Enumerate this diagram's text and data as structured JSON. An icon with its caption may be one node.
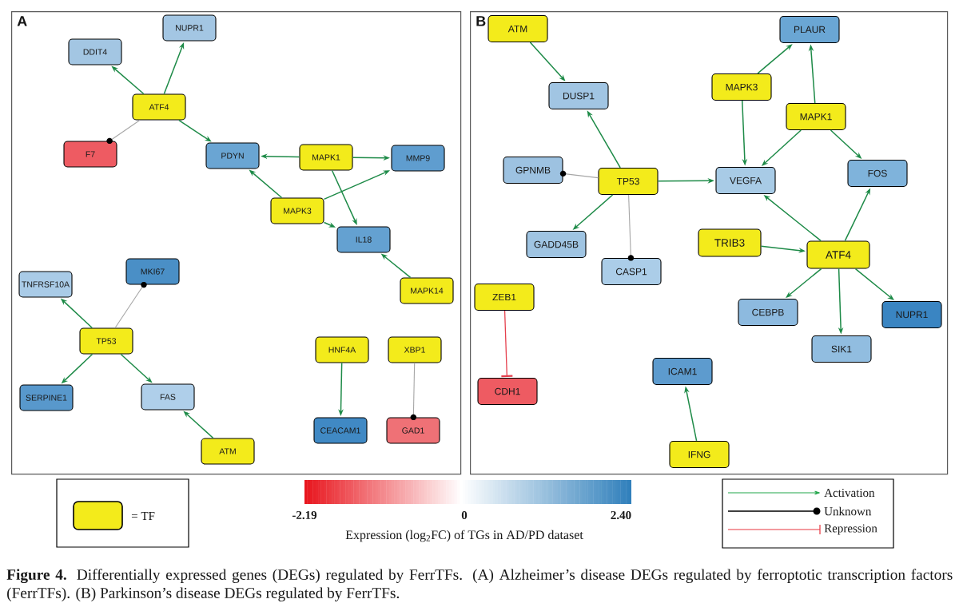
{
  "diagram": {
    "caption": "**Figure 4.** Differentially expressed genes (DEGs) regulated by FerrTFs. (A) Alzheimer’s disease DEGs regulated by ferroptotic transcription factors (FerrTFs). (B) Parkinson’s disease DEGs regulated by FerrTFs.",
    "nodes": [
      {
        "text": [
          "A"
        ]
      },
      {
        "text": [
          "NUPR1"
        ],
        "in": 0
      },
      {
        "text": [
          "DDIT4"
        ],
        "in": 0
      },
      {
        "text": [
          "ATF4"
        ],
        "in": 0
      },
      {
        "text": [
          "F7"
        ],
        "in": 0
      },
      {
        "text": [
          "PDYN"
        ],
        "in": 0
      },
      {
        "text": [
          "MAPK1"
        ],
        "in": 0
      },
      {
        "text": [
          "MMP9"
        ],
        "in": 0
      },
      {
        "text": [
          "MAPK3"
        ],
        "in": 0
      },
      {
        "text": [
          "IL18"
        ],
        "in": 0
      },
      {
        "text": [
          "TNFRSF10A"
        ],
        "in": 0
      },
      {
        "text": [
          "MKI67"
        ],
        "in": 0
      },
      {
        "text": [
          "MAPK14"
        ],
        "in": 0
      },
      {
        "text": [
          "TP53"
        ],
        "in": 0
      },
      {
        "text": [
          "HNF4A"
        ],
        "in": 0
      },
      {
        "text": [
          "XBP1"
        ],
        "in": 0
      },
      {
        "text": [
          "SERPINE1"
        ],
        "in": 0
      },
      {
        "text": [
          "FAS"
        ],
        "in": 0
      },
      {
        "text": [
          "CEACAM1"
        ],
        "in": 0
      },
      {
        "text": [
          "GAD1"
        ],
        "in": 0
      },
      {
        "text": [
          "ATM"
        ],
        "in": 0
      },
      {
        "text": [
          "B"
        ]
      },
      {
        "text": [
          "ATM"
        ],
        "in": 21
      },
      {
        "text": [
          "PLAUR"
        ],
        "in": 21
      },
      {
        "text": [
          "MAPK3"
        ],
        "in": 21
      },
      {
        "text": [
          "DUSP1"
        ],
        "in": 21
      },
      {
        "text": [
          "MAPK1"
        ],
        "in": 21
      },
      {
        "text": [
          "GPNMB"
        ],
        "in": 21
      },
      {
        "text": [
          "TP53"
        ],
        "in": 21
      },
      {
        "text": [
          "VEGFA"
        ],
        "in": 21
      },
      {
        "text": [
          "FOS"
        ],
        "in": 21
      },
      {
        "text": [
          "GADD45B"
        ],
        "in": 21
      },
      {
        "text": [
          "TRIB3"
        ],
        "in": 21
      },
      {
        "text": [
          "ATF4"
        ],
        "in": 21
      },
      {
        "text": [
          "CASP1"
        ],
        "in": 21
      },
      {
        "text": [
          "ZEB1"
        ],
        "in": 21
      },
      {
        "text": [
          "CEBPB"
        ],
        "in": 21
      },
      {
        "text": [
          "NUPR1"
        ],
        "in": 21
      },
      {
        "text": [
          "SIK1"
        ],
        "in": 21
      },
      {
        "text": [
          "ICAM1"
        ],
        "in": 21
      },
      {
        "text": [
          "CDH1"
        ],
        "in": 21
      },
      {
        "text": [
          "IFNG"
        ],
        "in": 21
      }
    ],
    "edges": [
      {
        "from": 3,
        "to": 2,
        "arrow": "to"
      },
      {
        "from": 3,
        "to": 1,
        "arrow": "to"
      },
      {
        "from": 3,
        "to": 4,
        "arrow": "other",
        "color": "#a6a6a6"
      },
      {
        "from": 3,
        "to": 5,
        "arrow": "to"
      },
      {
        "from": 6,
        "to": 5,
        "arrow": "to"
      },
      {
        "from": 6,
        "to": 7,
        "arrow": "to"
      },
      {
        "from": 6,
        "to": 9,
        "arrow": "to"
      },
      {
        "from": 8,
        "to": 5,
        "arrow": "to"
      },
      {
        "from": 8,
        "to": 7,
        "arrow": "to"
      },
      {
        "from": 8,
        "to": 9,
        "arrow": "to"
      },
      {
        "from": 12,
        "to": 9,
        "arrow": "to"
      },
      {
        "from": 13,
        "to": 10,
        "arrow": "to"
      },
      {
        "from": 13,
        "to": 11,
        "arrow": "other",
        "color": "#a6a6a6"
      },
      {
        "from": 13,
        "to": 16,
        "arrow": "to"
      },
      {
        "from": 13,
        "to": 17,
        "arrow": "to"
      },
      {
        "from": 20,
        "to": 17,
        "arrow": "to"
      },
      {
        "from": 14,
        "to": 18,
        "arrow": "to"
      },
      {
        "from": 15,
        "to": 19,
        "arrow": "other",
        "color": "#a6a6a6"
      },
      {
        "from": 22,
        "to": 25,
        "arrow": "to"
      },
      {
        "from": 28,
        "to": 25,
        "arrow": "to"
      },
      {
        "from": 28,
        "to": 27,
        "arrow": "other",
        "color": "#a6a6a6"
      },
      {
        "from": 28,
        "to": 29,
        "arrow": "to"
      },
      {
        "from": 28,
        "to": 31,
        "arrow": "to"
      },
      {
        "from": 28,
        "to": 34,
        "arrow": "other",
        "color": "#a6a6a6"
      },
      {
        "from": 24,
        "to": 23,
        "arrow": "to"
      },
      {
        "from": 24,
        "to": 29,
        "arrow": "to"
      },
      {
        "from": 26,
        "to": 23,
        "arrow": "to"
      },
      {
        "from": 26,
        "to": 29,
        "arrow": "to"
      },
      {
        "from": 26,
        "to": 30,
        "arrow": "to"
      },
      {
        "from": 33,
        "to": 29,
        "arrow": "to"
      },
      {
        "from": 33,
        "to": 30,
        "arrow": "to"
      },
      {
        "from": 32,
        "to": 33,
        "arrow": "to"
      },
      {
        "from": 33,
        "to": 36,
        "arrow": "to"
      },
      {
        "from": 33,
        "to": 38,
        "arrow": "to"
      },
      {
        "from": 33,
        "to": 37,
        "arrow": "to"
      },
      {
        "from": 35,
        "to": 40,
        "arrow": "other",
        "color": "#e5404e"
      },
      {
        "from": 41,
        "to": 39,
        "arrow": "to"
      }
    ],
    "labels": [
      "-2.19",
      "0",
      "2.40",
      "Expression (log$_{2}$FC) of TGs in AD/PD dataset"
    ],
    "legend": [
      {
        "text": "= TF",
        "color": "#f3eb1b"
      },
      {
        "text": "Activation"
      },
      {
        "text": "Unknown"
      },
      {
        "text": "Repression"
      }
    ]
  }
}
